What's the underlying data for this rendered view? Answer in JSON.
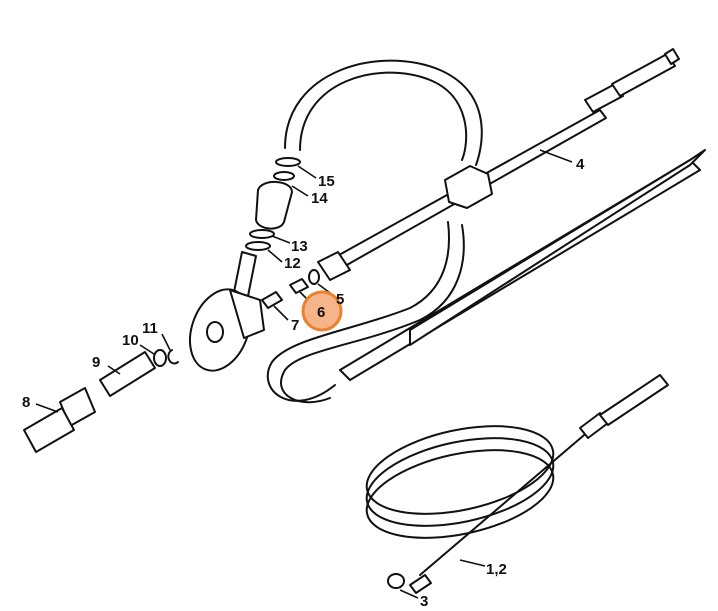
{
  "diagram": {
    "highlight_color": "#e8822e",
    "highlight_fill": "#f5b48a",
    "highlighted_part": "6",
    "labels": [
      "1,2",
      "3",
      "4",
      "5",
      "6",
      "7",
      "8",
      "9",
      "10",
      "11",
      "12",
      "13",
      "14",
      "15"
    ]
  }
}
